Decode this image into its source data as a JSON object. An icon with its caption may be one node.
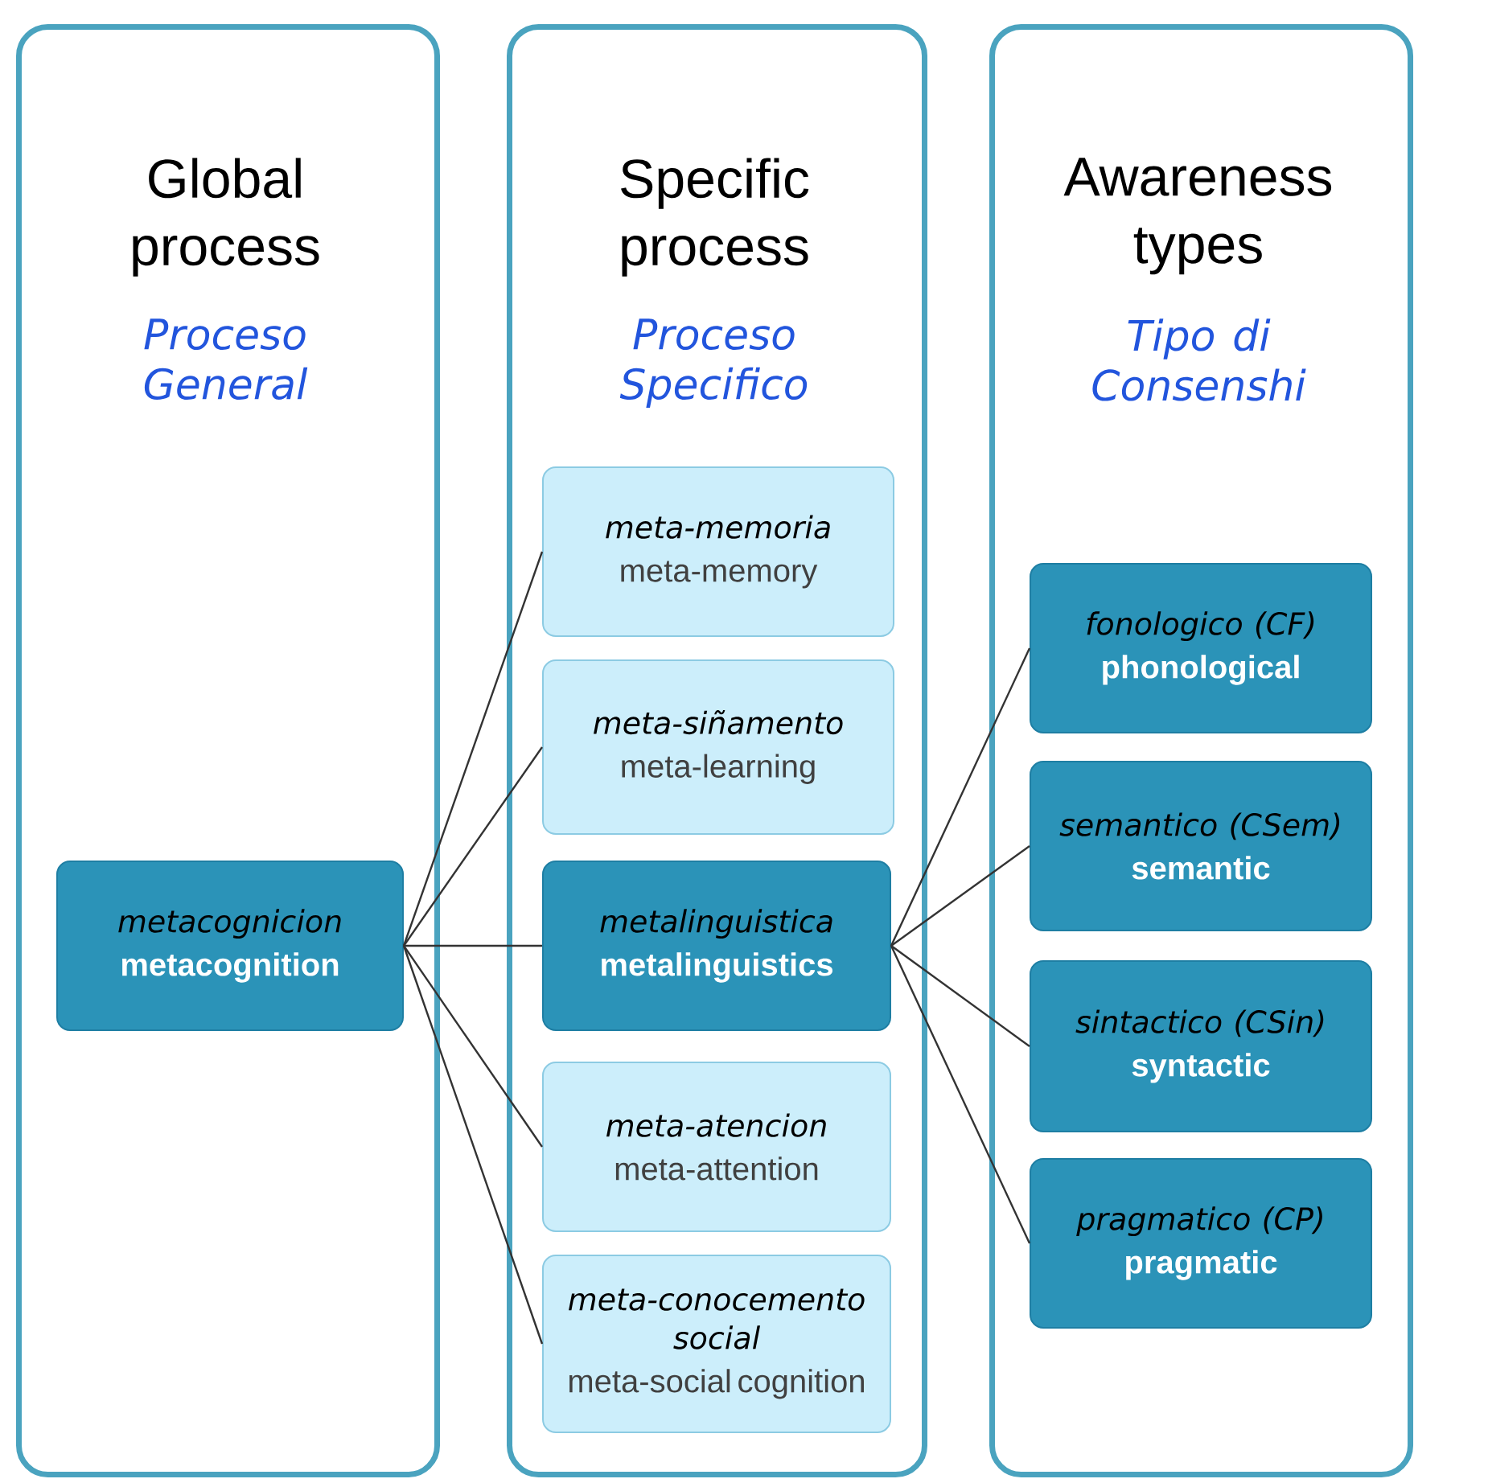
{
  "diagram": {
    "nodes": [
      {
        "text": [
          "Global process",
          "Proceso General"
        ]
      },
      {
        "text": [
          "metacognicion",
          "metacognition"
        ],
        "in": 0
      },
      {
        "text": [
          "Specific process",
          "Proceso Specifico"
        ]
      },
      {
        "text": [
          "meta-memoria",
          "meta-memory"
        ],
        "in": 2
      },
      {
        "text": [
          "meta-siñamento",
          "meta-learning"
        ],
        "in": 2
      },
      {
        "text": [
          "metalinguistica",
          "metalinguistics"
        ],
        "in": 2
      },
      {
        "text": [
          "meta-atencion",
          "meta-attention"
        ],
        "in": 2
      },
      {
        "text": [
          "meta-conocemento social",
          "meta-social cognition"
        ],
        "in": 2
      },
      {
        "text": [
          "Awareness types",
          "Tipo di Consenshi"
        ]
      },
      {
        "text": [
          "fonologico (CF)",
          "phonological"
        ],
        "in": 8
      },
      {
        "text": [
          "semantico (CSem)",
          "semantic"
        ],
        "in": 8
      },
      {
        "text": [
          "sintactico (CSin)",
          "syntactic"
        ],
        "in": 8
      },
      {
        "text": [
          "pragmatico (CP)",
          "pragmatic"
        ],
        "in": 8
      }
    ],
    "edges": [
      {
        "from": 1,
        "to": 3,
        "arrow": "none"
      },
      {
        "from": 1,
        "to": 4,
        "arrow": "none"
      },
      {
        "from": 1,
        "to": 5,
        "arrow": "none"
      },
      {
        "from": 1,
        "to": 6,
        "arrow": "none"
      },
      {
        "from": 1,
        "to": 7,
        "arrow": "none"
      },
      {
        "from": 5,
        "to": 9,
        "arrow": "none"
      },
      {
        "from": 5,
        "to": 10,
        "arrow": "none"
      },
      {
        "from": 5,
        "to": 11,
        "arrow": "none"
      },
      {
        "from": 5,
        "to": 12,
        "arrow": "none"
      }
    ]
  }
}
